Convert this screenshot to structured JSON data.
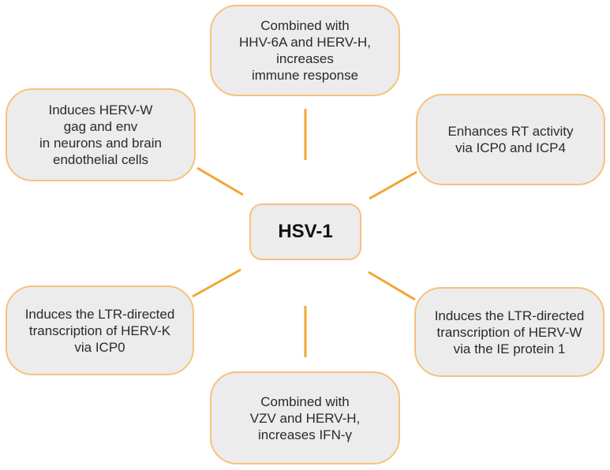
{
  "colors": {
    "node_fill": "#ececec",
    "node_border": "#f6c27c",
    "connector": "#f0a633",
    "text": "#2a2a2a"
  },
  "center": {
    "label": "HSV-1"
  },
  "nodes": {
    "top": "Combined with\nHHV-6A and HERV-H,\nincreases\nimmune response",
    "top_left": "Induces HERV-W\ngag and env\nin neurons and brain\nendothelial cells",
    "top_right": "Enhances RT activity\nvia ICP0 and ICP4",
    "bottom_left": "Induces the LTR-directed\ntranscription of HERV-K\nvia ICP0",
    "bottom_right": "Induces the LTR-directed\ntranscription of HERV-W\nvia the IE protein 1",
    "bottom": "Combined with\nVZV and HERV-H,\nincreases IFN-γ"
  }
}
